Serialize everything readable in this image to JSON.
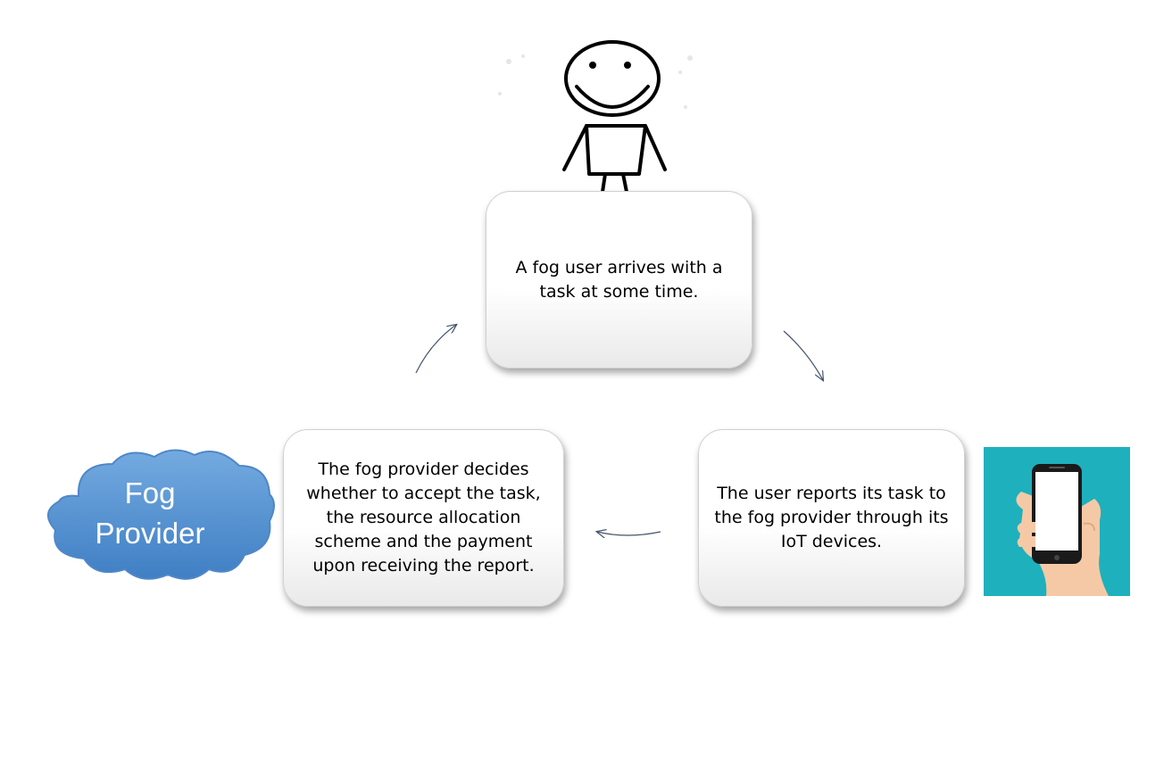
{
  "diagram": {
    "steps": {
      "arrive": "A fog user arrives with a task at some time.",
      "report": "The user reports its task to the fog provider through its IoT devices.",
      "decide": "The fog provider decides whether to accept the task, the resource allocation scheme and the payment upon receiving the report."
    },
    "cloud": {
      "line1": "Fog",
      "line2": "Provider"
    },
    "icons": {
      "user": "stick-figure-icon",
      "device": "smartphone-icon",
      "provider": "cloud-icon"
    },
    "colors": {
      "cloud": "#5b9bd5",
      "phone_background": "#1fb0bd",
      "arrow": "#44546a"
    }
  }
}
